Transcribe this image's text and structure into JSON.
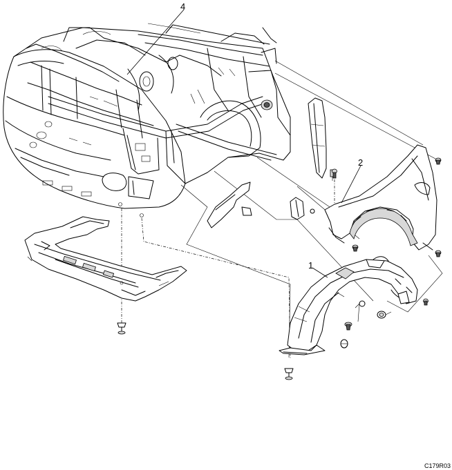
{
  "diagram": {
    "callouts": [
      {
        "id": "1",
        "label": "1"
      },
      {
        "id": "2",
        "label": "2"
      },
      {
        "id": "4",
        "label": "4"
      }
    ],
    "figure_code": "C179R03"
  }
}
